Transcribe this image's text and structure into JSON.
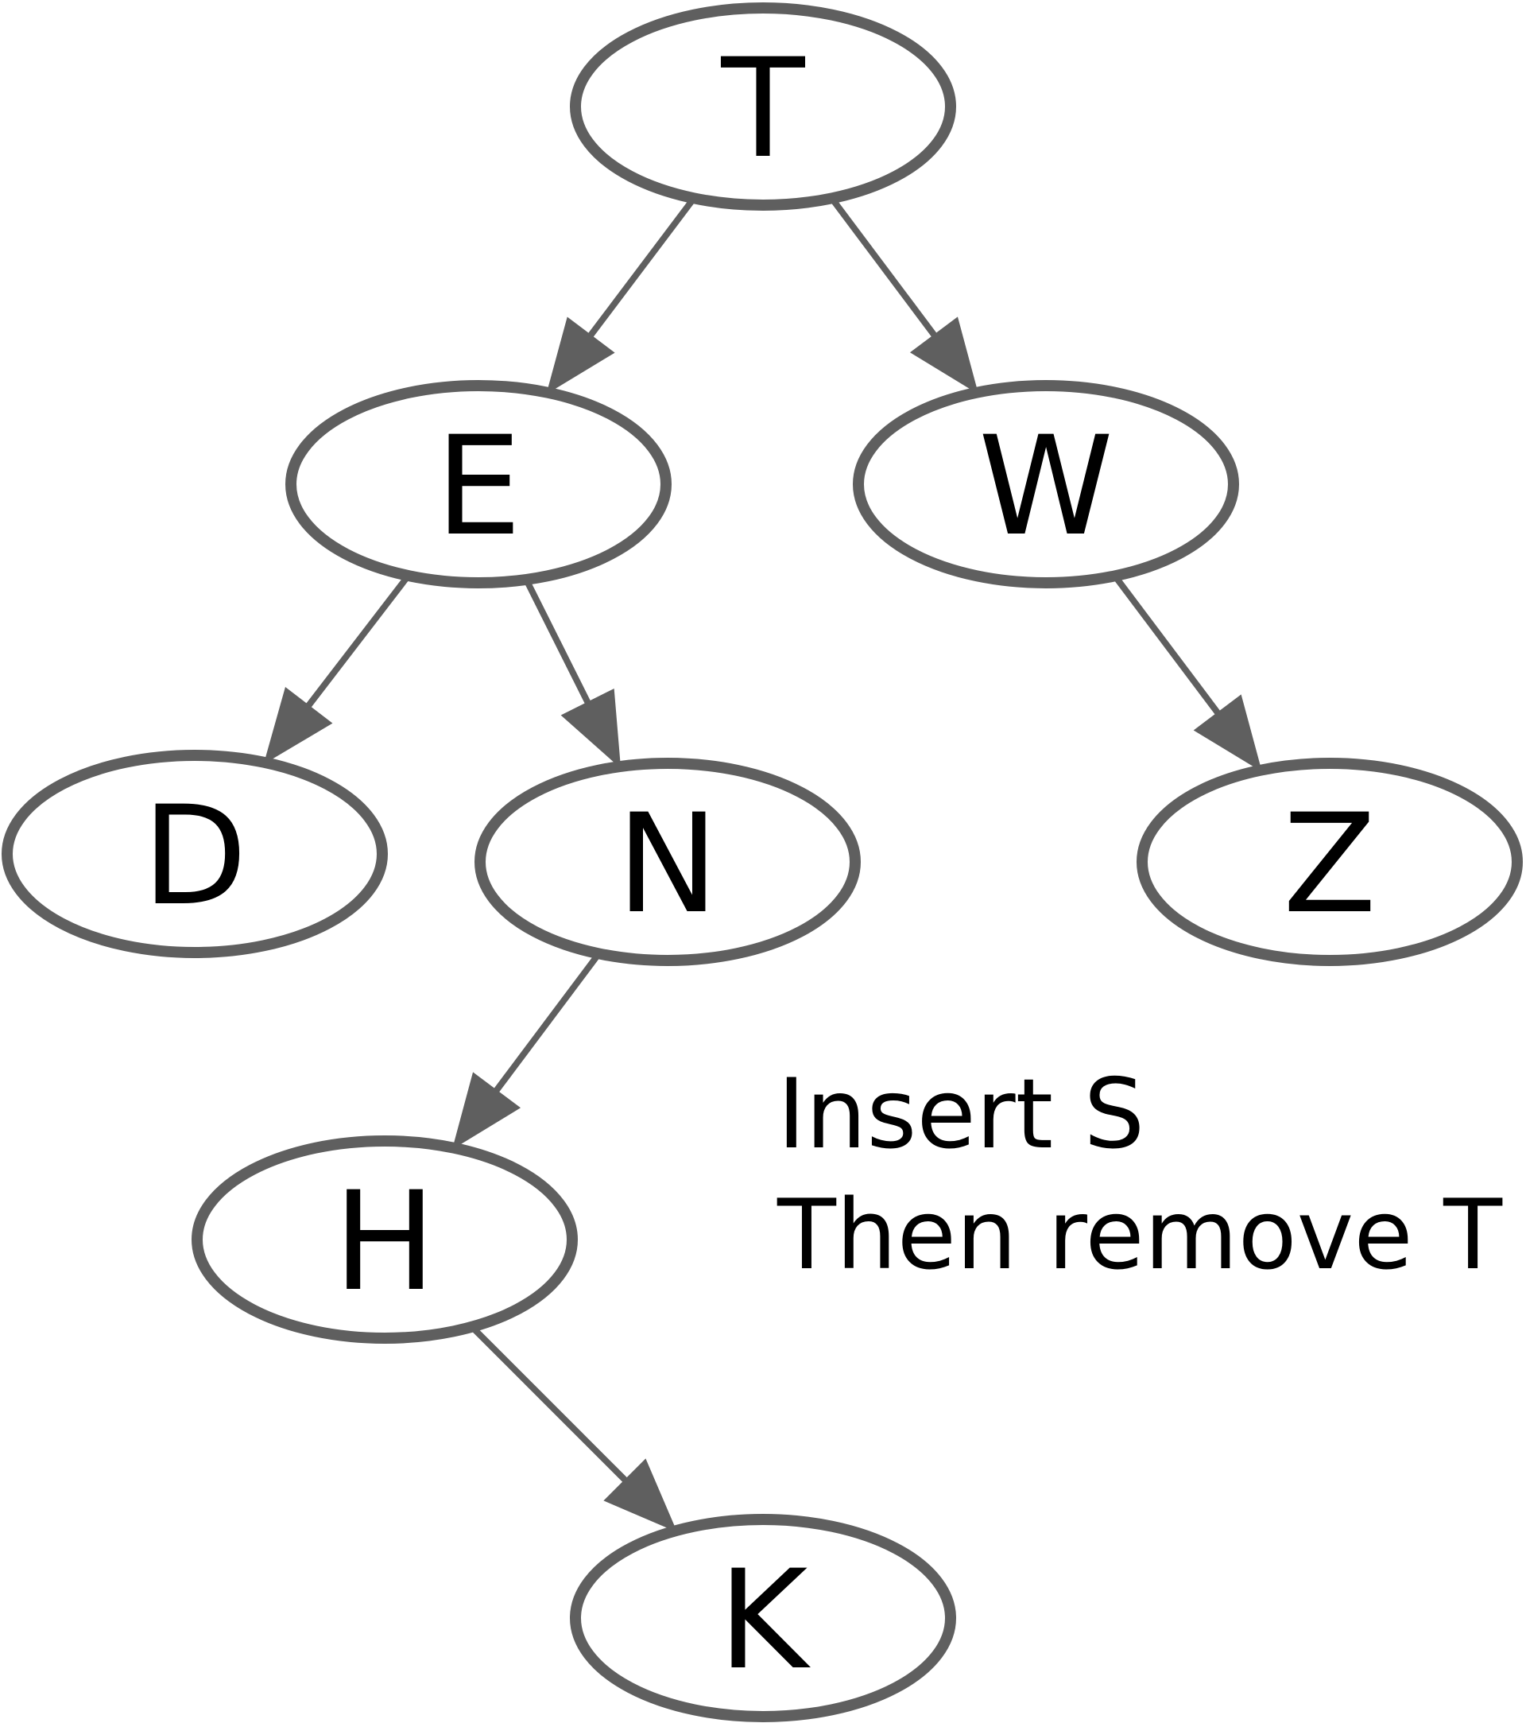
{
  "nodes": [
    {
      "id": "T",
      "label": "T"
    },
    {
      "id": "E",
      "label": "E"
    },
    {
      "id": "W",
      "label": "W"
    },
    {
      "id": "D",
      "label": "D"
    },
    {
      "id": "N",
      "label": "N"
    },
    {
      "id": "Z",
      "label": "Z"
    },
    {
      "id": "H",
      "label": "H"
    },
    {
      "id": "K",
      "label": "K"
    }
  ],
  "edges": [
    {
      "from": "T",
      "to": "E"
    },
    {
      "from": "T",
      "to": "W"
    },
    {
      "from": "E",
      "to": "D"
    },
    {
      "from": "E",
      "to": "N"
    },
    {
      "from": "W",
      "to": "Z"
    },
    {
      "from": "N",
      "to": "H"
    },
    {
      "from": "H",
      "to": "K"
    }
  ],
  "note": {
    "line1": "Insert S",
    "line2": "Then remove T"
  },
  "colors": {
    "stroke": "#5f5f5f",
    "text": "#000000",
    "background": "#ffffff"
  }
}
